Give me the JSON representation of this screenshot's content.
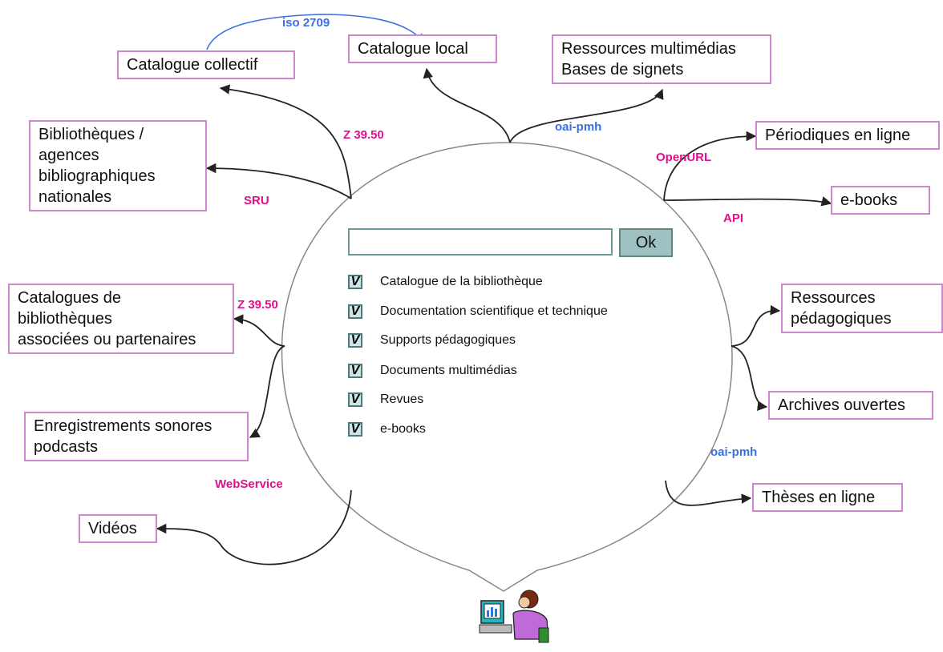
{
  "search": {
    "value": "",
    "ok_label": "Ok"
  },
  "options": [
    {
      "label": "Catalogue de la bibliothèque",
      "checked": true
    },
    {
      "label": "Documentation scientifique et technique",
      "checked": true
    },
    {
      "label": "Supports pédagogiques",
      "checked": true
    },
    {
      "label": "Documents multimédias",
      "checked": true
    },
    {
      "label": "Revues",
      "checked": true
    },
    {
      "label": "e-books",
      "checked": true
    }
  ],
  "check_mark": "V",
  "boxes": {
    "catalogue_collectif": "Catalogue collectif",
    "catalogue_local": "Catalogue local",
    "ressources_multimedias": [
      "Ressources multimédias",
      "Bases de signets"
    ],
    "bibliotheques_agences": [
      "Bibliothèques /",
      "agences",
      "bibliographiques",
      "nationales"
    ],
    "periodiques": "Périodiques en ligne",
    "ebooks": "e-books",
    "catalogues_associees": [
      "Catalogues de",
      "bibliothèques",
      "associées ou partenaires"
    ],
    "ressources_pedagogiques": [
      "Ressources",
      "pédagogiques"
    ],
    "enregistrements": [
      "Enregistrements sonores",
      "podcasts"
    ],
    "archives": "Archives ouvertes",
    "theses": "Thèses en ligne",
    "videos": "Vidéos"
  },
  "protocols": {
    "iso": "iso 2709",
    "z3950_top": "Z 39.50",
    "oai_top": "oai-pmh",
    "openurl": "OpenURL",
    "sru": "SRU",
    "api": "API",
    "z3950_left": "Z 39.50",
    "oai_right": "oai-pmh",
    "webservice": "WebService"
  },
  "colors": {
    "box_border": "#cc88cc",
    "protocol_pink": "#e0108a",
    "protocol_blue": "#3b6fe0",
    "line": "#333333"
  }
}
